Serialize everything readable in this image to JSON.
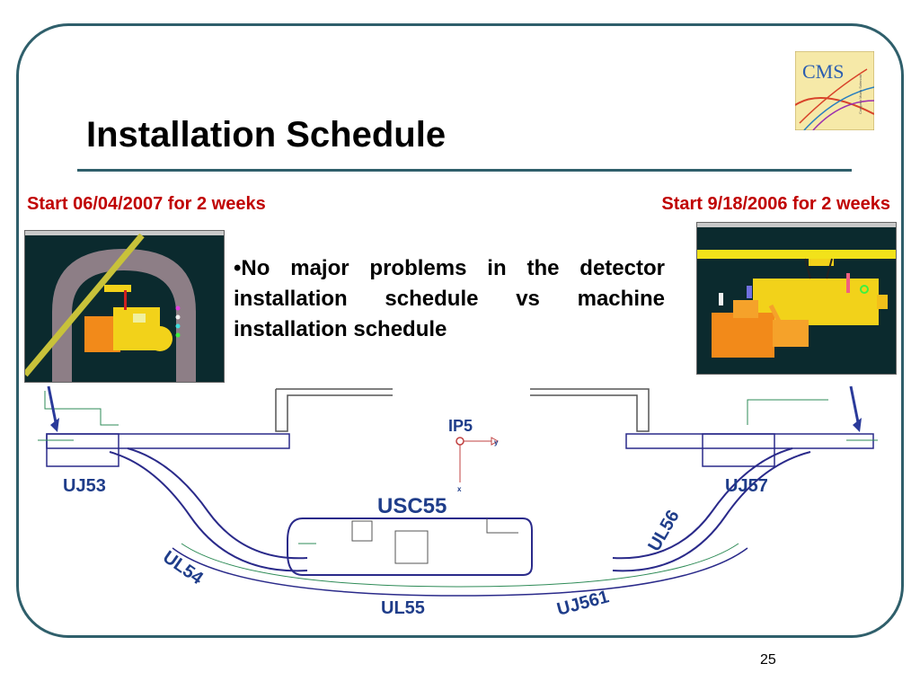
{
  "slide": {
    "title": "Installation Schedule",
    "caption_left": "Start 06/04/2007 for 2 weeks",
    "caption_right": "Start 9/18/2006 for 2 weeks",
    "bullet": "•No major problems in the detector installation schedule vs machine installation schedule",
    "page_number": "25"
  },
  "logo": {
    "text": "CMS",
    "subtext": "Compact Muon Solenoid"
  },
  "diagram": {
    "labels": {
      "ip5": "IP5",
      "uj53": "UJ53",
      "uj57": "UJ57",
      "usc55": "USC55",
      "ul54": "UL54",
      "ul55": "UL55",
      "ul56": "UL56",
      "uj561": "UJ561",
      "axis_y": "y",
      "axis_x": "x"
    }
  },
  "colors": {
    "frame": "#2f5f6b",
    "caption": "#c00000",
    "diagram_label": "#1f3d8a",
    "screenshot_bg": "#0b2a2e"
  }
}
